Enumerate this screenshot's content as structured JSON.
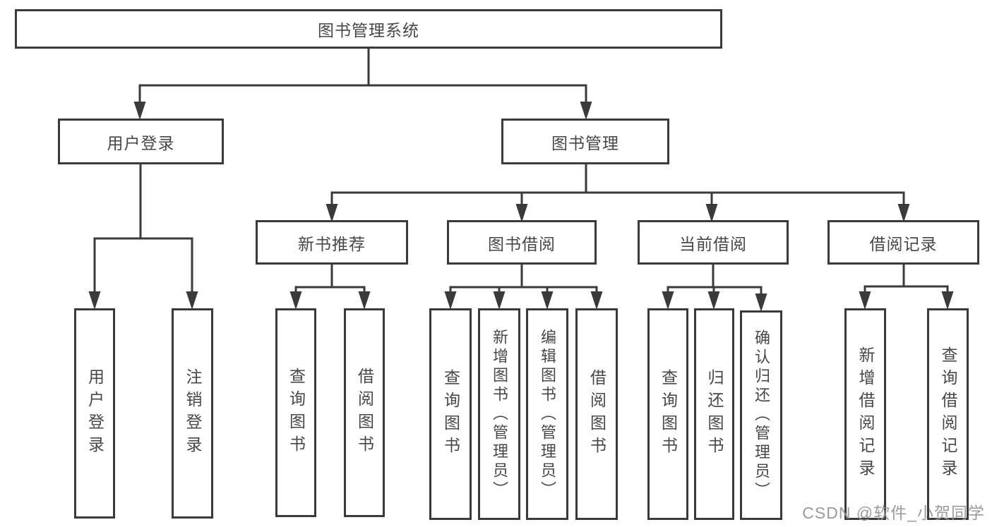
{
  "diagram": {
    "type": "hierarchy-tree",
    "tree": {
      "label": "图书管理系统",
      "children": [
        {
          "label": "用户登录",
          "children": [
            {
              "label": "用户登录"
            },
            {
              "label": "注销登录"
            }
          ]
        },
        {
          "label": "图书管理",
          "children": [
            {
              "label": "新书推荐",
              "children": [
                {
                  "label": "查询图书"
                },
                {
                  "label": "借阅图书"
                }
              ]
            },
            {
              "label": "图书借阅",
              "children": [
                {
                  "label": "查询图书"
                },
                {
                  "label": "新增图书（管理员）"
                },
                {
                  "label": "编辑图书（管理员）"
                },
                {
                  "label": "借阅图书"
                }
              ]
            },
            {
              "label": "当前借阅",
              "children": [
                {
                  "label": "查询图书"
                },
                {
                  "label": "归还图书"
                },
                {
                  "label": "确认归还（管理员）"
                }
              ]
            },
            {
              "label": "借阅记录",
              "children": [
                {
                  "label": "新增借阅记录"
                },
                {
                  "label": "查询借阅记录"
                }
              ]
            }
          ]
        }
      ]
    },
    "colors": {
      "box_border": "#3a3a3a",
      "connector_line": "#3a3a3a",
      "text": "#474747",
      "background": "#ffffff",
      "watermark_text_color": "#96969b"
    }
  },
  "watermark": {
    "text": "CSDN @软件_小贺同学"
  }
}
